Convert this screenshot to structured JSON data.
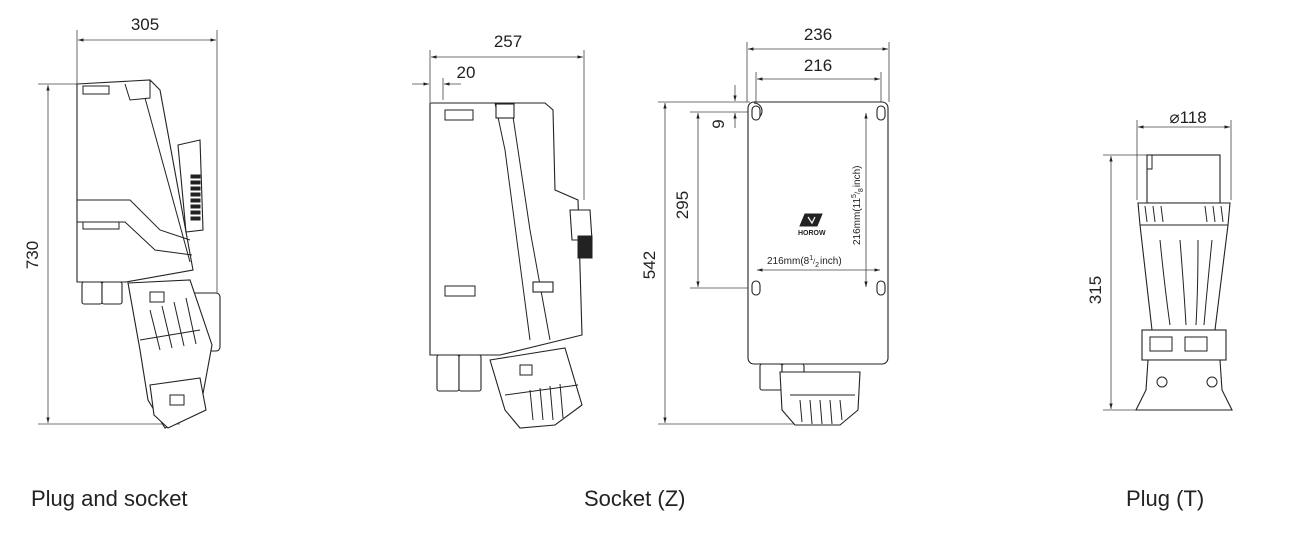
{
  "dimensions": {
    "plug_socket_width": "305",
    "plug_socket_height": "730",
    "socket_side_width": "257",
    "socket_side_offset": "20",
    "socket_front_width": "236",
    "socket_front_hole_width": "216",
    "socket_front_height": "542",
    "socket_front_hole_height": "295",
    "socket_front_hole_offset": "9",
    "socket_front_inner_h_main": "216mm(8",
    "socket_front_inner_h_num": "1",
    "socket_front_inner_h_den": "2",
    "socket_front_inner_h_unit": "inch)",
    "socket_front_inner_v_main": "216mm(11",
    "socket_front_inner_v_num": "5",
    "socket_front_inner_v_den": "8",
    "socket_front_inner_v_unit": "inch)",
    "plug_diameter": "⌀118",
    "plug_height": "315"
  },
  "logo_text": "HOROW",
  "captions": {
    "plug_and_socket": "Plug and socket",
    "socket": "Socket (Z)",
    "plug": "Plug (T)"
  }
}
